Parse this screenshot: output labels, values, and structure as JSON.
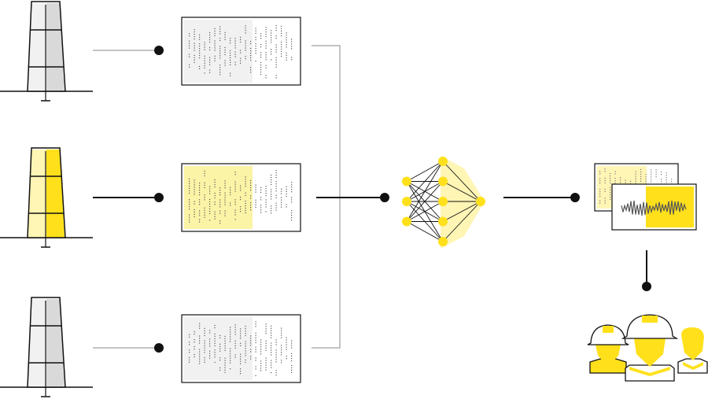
{
  "diagram": {
    "title": "",
    "palette": {
      "accent": "#FFE01B",
      "accent_light": "#FBF3A6",
      "accent_pale": "#FFF5B5",
      "ink": "#111111",
      "gray_fill": "#E6E6E6",
      "gray_light": "#F1F1F1",
      "wire": "#888888",
      "signal": "#555555"
    },
    "towers": [
      {
        "name": "tower-sensor-top",
        "highlight": false
      },
      {
        "name": "tower-sensor-middle",
        "highlight": true
      },
      {
        "name": "tower-sensor-bottom",
        "highlight": false
      }
    ],
    "data_panels": [
      {
        "name": "data-panel-top",
        "highlight": false
      },
      {
        "name": "data-panel-middle",
        "highlight": true
      },
      {
        "name": "data-panel-bottom",
        "highlight": false
      }
    ],
    "network": {
      "layers": [
        3,
        5,
        1
      ],
      "icon": "neural-network-icon"
    },
    "output": {
      "icon": "signal-output-icon",
      "waveform_icon": "waveform-icon"
    },
    "audience": {
      "icon": "workers-group-icon",
      "people": [
        "worker-helmet-left",
        "worker-helmet-center",
        "worker-person-right"
      ]
    }
  }
}
